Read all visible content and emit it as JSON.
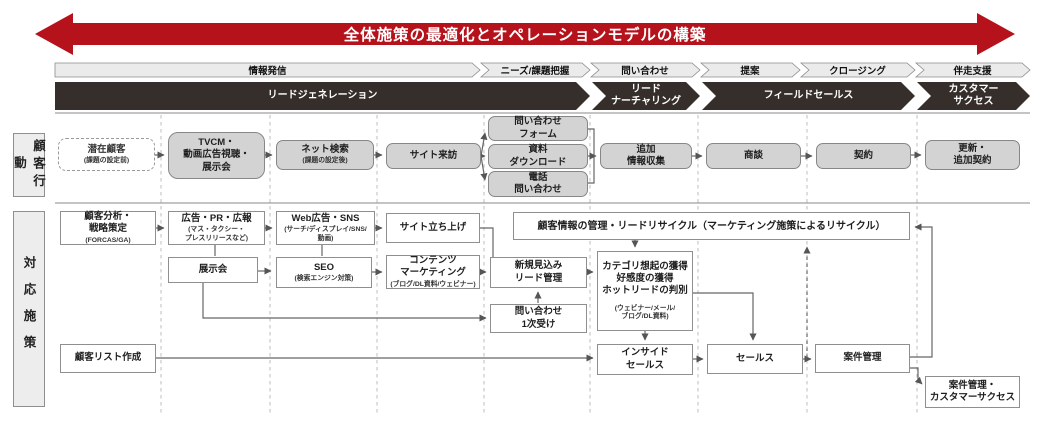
{
  "banner": {
    "title": "全体施策の最適化とオペレーションモデルの構築",
    "color": "#b5121b"
  },
  "phases": [
    {
      "label": "情報発信"
    },
    {
      "label": "ニーズ/課題把握"
    },
    {
      "label": "問い合わせ"
    },
    {
      "label": "提案"
    },
    {
      "label": "クロージング"
    },
    {
      "label": "伴走支援"
    }
  ],
  "funnels": [
    {
      "label": "リードジェネレーション"
    },
    {
      "label": "リード\nナーチャリング"
    },
    {
      "label": "フィールドセールス"
    },
    {
      "label": "カスタマー\nサクセス"
    }
  ],
  "rows": {
    "customer": "顧客行動",
    "measures": "対応施策"
  },
  "customer_flow": {
    "boxes": [
      {
        "label": "潜在顧客",
        "sub": "(課題の設定前)"
      },
      {
        "label": "TVCM・\n動画広告視聴・\n展示会",
        "sub": ""
      },
      {
        "label": "ネット検索",
        "sub": "(課題の設定後)"
      },
      {
        "label": "サイト来訪",
        "sub": ""
      },
      {
        "label": "問い合わせ\nフォーム",
        "sub": ""
      },
      {
        "label": "資料\nダウンロード",
        "sub": ""
      },
      {
        "label": "電話\n問い合わせ",
        "sub": ""
      },
      {
        "label": "追加\n情報収集",
        "sub": ""
      },
      {
        "label": "商談",
        "sub": ""
      },
      {
        "label": "契約",
        "sub": ""
      },
      {
        "label": "更新・\n追加契約",
        "sub": ""
      }
    ]
  },
  "measures_flow": {
    "boxes": [
      {
        "label": "顧客分析・\n戦略策定",
        "sub": "(FORCAS/GA)"
      },
      {
        "label": "広告・PR・広報",
        "sub": "(マス・タクシー・\nプレスリリースなど)"
      },
      {
        "label": "展示会",
        "sub": ""
      },
      {
        "label": "Web広告・SNS",
        "sub": "(サーチ/ディスプレイ/SNS/\n動画)"
      },
      {
        "label": "SEO",
        "sub": "(検索エンジン対策)"
      },
      {
        "label": "サイト立ち上げ",
        "sub": ""
      },
      {
        "label": "コンテンツ\nマーケティング",
        "sub": "(ブログ/DL資料/ウェビナー)"
      },
      {
        "label": "新規見込み\nリード管理",
        "sub": ""
      },
      {
        "label": "問い合わせ\n1次受け",
        "sub": ""
      },
      {
        "label": "顧客情報の管理・リードリサイクル（マーケティング施策によるリサイクル）",
        "sub": ""
      },
      {
        "label": "カテゴリ想起の獲得\n好感度の獲得\nホットリードの判別",
        "sub": "(ウェビナー/メール/\nブログ/DL資料)"
      },
      {
        "label": "インサイド\nセールス",
        "sub": ""
      },
      {
        "label": "セールス",
        "sub": ""
      },
      {
        "label": "案件管理",
        "sub": ""
      },
      {
        "label": "案件管理・\nカスタマーサクセス",
        "sub": ""
      },
      {
        "label": "顧客リスト作成",
        "sub": ""
      }
    ]
  }
}
